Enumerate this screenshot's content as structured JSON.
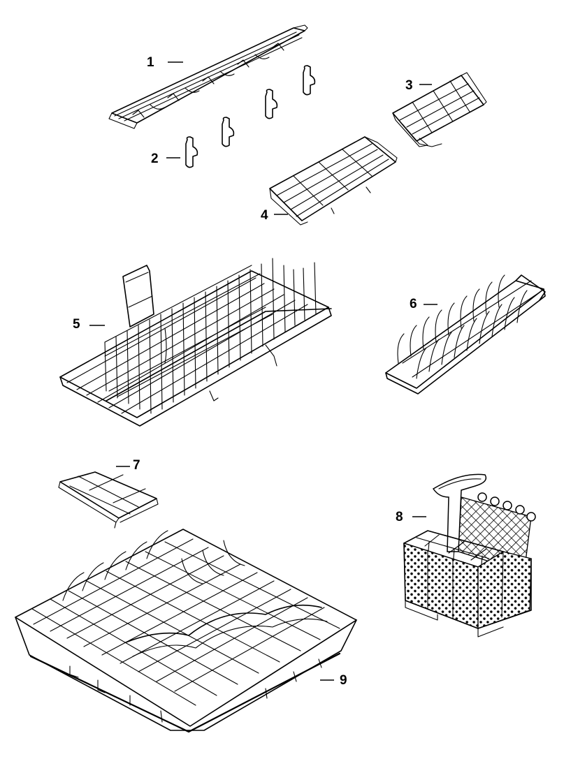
{
  "diagram": {
    "parts": [
      {
        "id": "part-1",
        "label": "1",
        "name": ""
      },
      {
        "id": "part-2",
        "label": "2",
        "name": ""
      },
      {
        "id": "part-3",
        "label": "3",
        "name": ""
      },
      {
        "id": "part-4",
        "label": "4",
        "name": ""
      },
      {
        "id": "part-5",
        "label": "5",
        "name": ""
      },
      {
        "id": "part-6",
        "label": "6",
        "name": ""
      },
      {
        "id": "part-7",
        "label": "7",
        "name": ""
      },
      {
        "id": "part-8",
        "label": "8",
        "name": ""
      },
      {
        "id": "part-9",
        "label": "9",
        "name": ""
      }
    ],
    "colors": {
      "line": "#000000",
      "background": "#ffffff"
    }
  }
}
